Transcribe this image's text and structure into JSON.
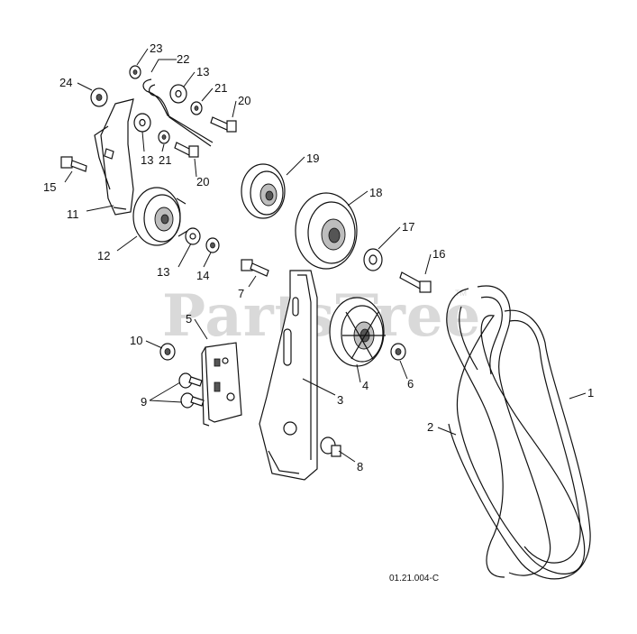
{
  "watermark": {
    "text": "PartsTree",
    "mark": "TM"
  },
  "drawing_number": "01.21.004-C",
  "callouts": {
    "c1": "1",
    "c2": "2",
    "c3": "3",
    "c4": "4",
    "c5": "5",
    "c6": "6",
    "c7": "7",
    "c8": "8",
    "c9": "9",
    "c10": "10",
    "c11": "11",
    "c12": "12",
    "c13a": "13",
    "c13b": "13",
    "c13c": "13",
    "c14": "14",
    "c15": "15",
    "c16": "16",
    "c17": "17",
    "c18": "18",
    "c19": "19",
    "c20a": "20",
    "c20b": "20",
    "c21a": "21",
    "c21b": "21",
    "c22": "22",
    "c23": "23",
    "c24": "24"
  }
}
